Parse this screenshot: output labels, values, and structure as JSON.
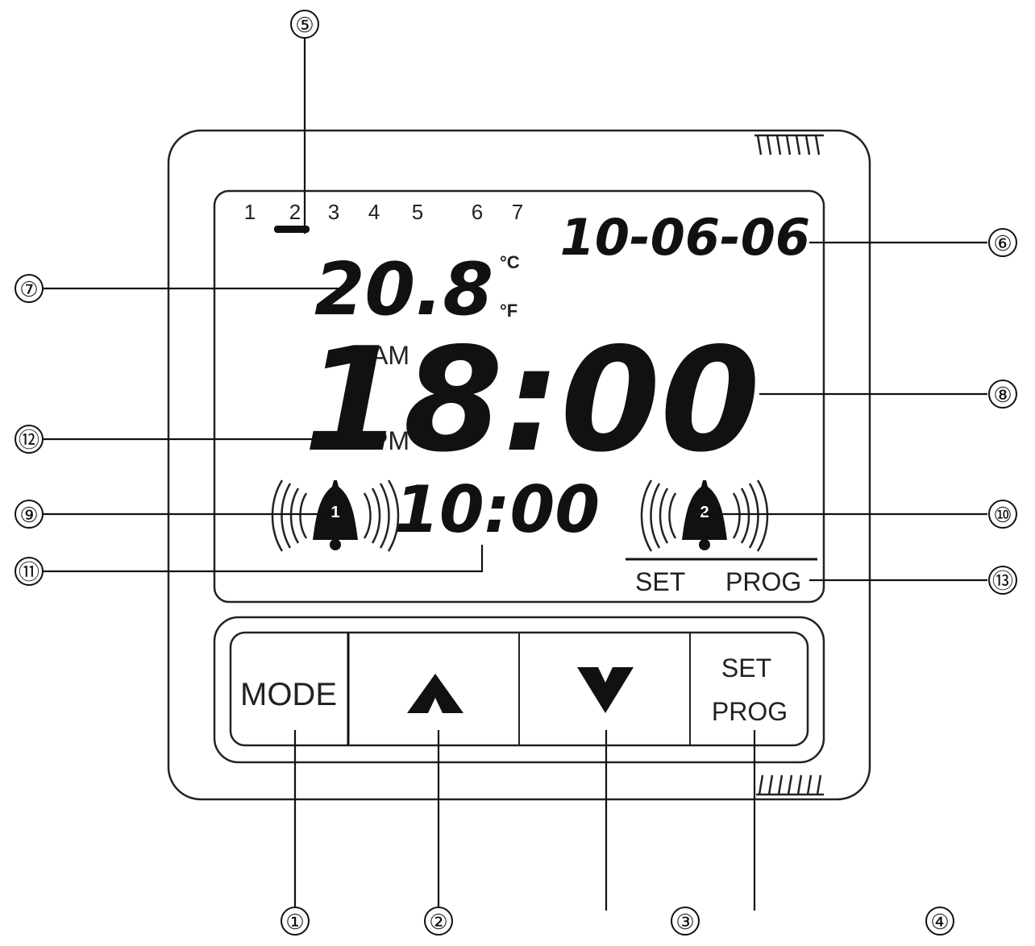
{
  "lcd": {
    "day_numbers": [
      "1",
      "2",
      "3",
      "4",
      "5",
      "6",
      "7"
    ],
    "date": "10-06-06",
    "temperature": "20.8",
    "unit_c": "°C",
    "unit_f": "°F",
    "am_label": "AM",
    "pm_label": "PM",
    "main_time": "18:00",
    "alarm_time": "10:00",
    "alarm1_number": "1",
    "alarm2_number": "2",
    "set_label": "SET",
    "prog_label": "PROG"
  },
  "buttons": {
    "mode_label": "MODE",
    "up_icon": "chevron-up-icon",
    "down_icon": "chevron-down-icon",
    "setprog_line1": "SET",
    "setprog_line2": "PROG"
  },
  "callouts": {
    "c1": "①",
    "c2": "②",
    "c3": "③",
    "c4": "④",
    "c5": "⑤",
    "c6": "⑥",
    "c7": "⑦",
    "c8": "⑧",
    "c9": "⑨",
    "c10": "⑩",
    "c11": "⑪",
    "c12": "⑫",
    "c13": "⑬"
  }
}
